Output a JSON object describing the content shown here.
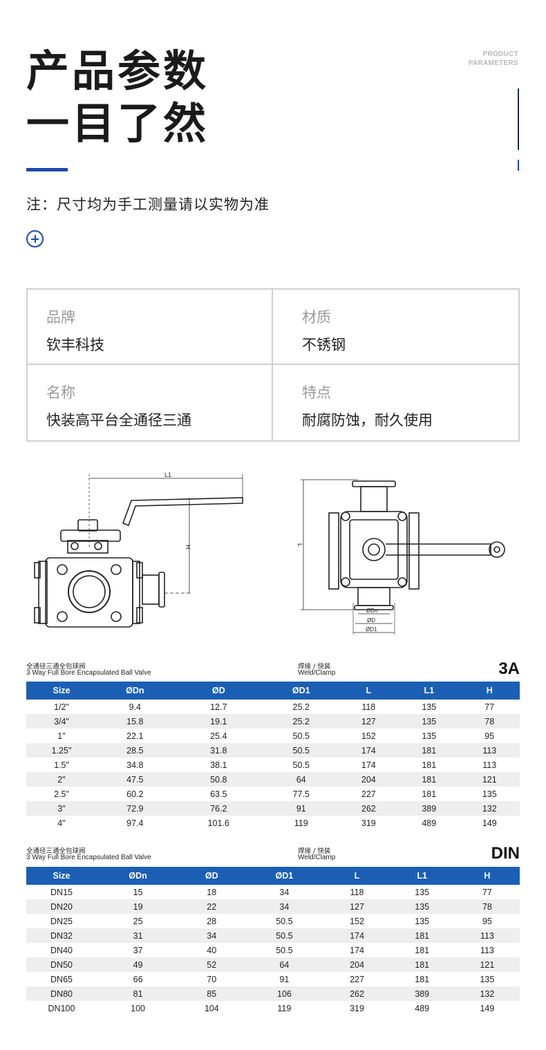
{
  "header": {
    "title_line1": "产品参数",
    "title_line2": "一目了然",
    "sub_en_line1": "PRODUCT",
    "sub_en_line2": "PARAMETERS"
  },
  "note": "注：尺寸均为手工测量请以实物为准",
  "properties": [
    {
      "label": "品牌",
      "value": "钦丰科技"
    },
    {
      "label": "材质",
      "value": "不锈钢"
    },
    {
      "label": "名称",
      "value": "快装高平台全通径三通"
    },
    {
      "label": "特点",
      "value": "耐腐防蚀，耐久使用"
    }
  ],
  "drawing_labels": {
    "l1": "L1",
    "h": "H",
    "l": "L",
    "odn": "ØDn",
    "od": "ØD",
    "od1": "ØD1"
  },
  "tables": [
    {
      "title_cn": "全通径三通全包球阀",
      "title_en": "3 Way Full Bore Encapsulated Ball Valve",
      "conn_cn": "焊接 / 快装",
      "conn_en": "Weld/Clamp",
      "standard": "3A",
      "columns": [
        "Size",
        "ØDn",
        "ØD",
        "ØD1",
        "L",
        "L1",
        "H"
      ],
      "rows": [
        [
          "1/2\"",
          "9.4",
          "12.7",
          "25.2",
          "118",
          "135",
          "77"
        ],
        [
          "3/4\"",
          "15.8",
          "19.1",
          "25.2",
          "127",
          "135",
          "78"
        ],
        [
          "1\"",
          "22.1",
          "25.4",
          "50.5",
          "152",
          "135",
          "95"
        ],
        [
          "1.25\"",
          "28.5",
          "31.8",
          "50.5",
          "174",
          "181",
          "113"
        ],
        [
          "1.5\"",
          "34.8",
          "38.1",
          "50.5",
          "174",
          "181",
          "113"
        ],
        [
          "2\"",
          "47.5",
          "50.8",
          "64",
          "204",
          "181",
          "121"
        ],
        [
          "2.5\"",
          "60.2",
          "63.5",
          "77.5",
          "227",
          "181",
          "135"
        ],
        [
          "3\"",
          "72.9",
          "76.2",
          "91",
          "262",
          "389",
          "132"
        ],
        [
          "4\"",
          "97.4",
          "101.6",
          "119",
          "319",
          "489",
          "149"
        ]
      ]
    },
    {
      "title_cn": "全通径三通全包球阀",
      "title_en": "3 Way Full Bore Encapsulated Ball Valve",
      "conn_cn": "焊接 / 快装",
      "conn_en": "Weld/Clamp",
      "standard": "DIN",
      "columns": [
        "Size",
        "ØDn",
        "ØD",
        "ØD1",
        "L",
        "L1",
        "H"
      ],
      "rows": [
        [
          "DN15",
          "15",
          "18",
          "34",
          "118",
          "135",
          "77"
        ],
        [
          "DN20",
          "19",
          "22",
          "34",
          "127",
          "135",
          "78"
        ],
        [
          "DN25",
          "25",
          "28",
          "50.5",
          "152",
          "135",
          "95"
        ],
        [
          "DN32",
          "31",
          "34",
          "50.5",
          "174",
          "181",
          "113"
        ],
        [
          "DN40",
          "37",
          "40",
          "50.5",
          "174",
          "181",
          "113"
        ],
        [
          "DN50",
          "49",
          "52",
          "64",
          "204",
          "181",
          "121"
        ],
        [
          "DN65",
          "66",
          "70",
          "91",
          "227",
          "181",
          "135"
        ],
        [
          "DN80",
          "81",
          "85",
          "106",
          "262",
          "389",
          "132"
        ],
        [
          "DN100",
          "100",
          "104",
          "119",
          "319",
          "489",
          "149"
        ]
      ]
    }
  ],
  "colors": {
    "accent": "#1b49ad",
    "table_header": "#1b5fb5",
    "border": "#cfcfcf"
  }
}
